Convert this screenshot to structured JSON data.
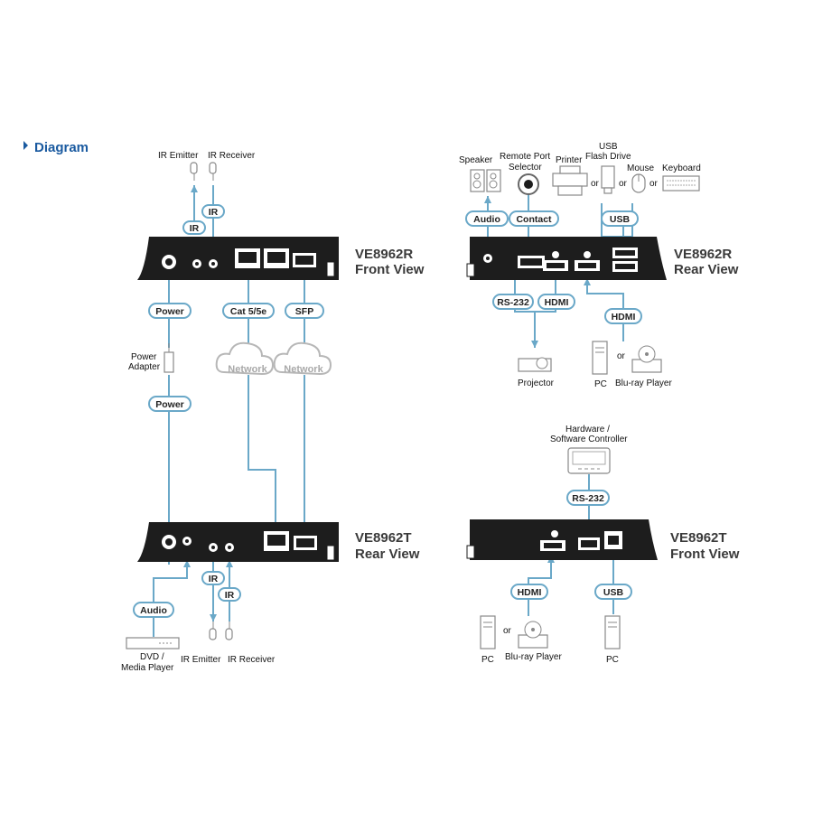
{
  "heading": "Diagram",
  "devices": {
    "r_front": {
      "model": "VE8962R",
      "view": "Front View"
    },
    "r_rear": {
      "model": "VE8962R",
      "view": "Rear View"
    },
    "t_rear": {
      "model": "VE8962T",
      "view": "Rear View"
    },
    "t_front": {
      "model": "VE8962T",
      "view": "Front View"
    }
  },
  "pills": {
    "ir": "IR",
    "power": "Power",
    "cat": "Cat 5/5e",
    "sfp": "SFP",
    "audio": "Audio",
    "contact": "Contact",
    "usb": "USB",
    "rs232": "RS-232",
    "hdmi": "HDMI"
  },
  "labels": {
    "ir_emitter": "IR Emitter",
    "ir_receiver": "IR Receiver",
    "power_adapter_1": "Power",
    "power_adapter_2": "Adapter",
    "network": "Network",
    "speaker": "Speaker",
    "remote_1": "Remote Port",
    "remote_2": "Selector",
    "printer": "Printer",
    "usb_flash_1": "USB",
    "usb_flash_2": "Flash Drive",
    "or": "or",
    "mouse": "Mouse",
    "keyboard": "Keyboard",
    "projector": "Projector",
    "pc": "PC",
    "bluray": "Blu-ray Player",
    "dvd_1": "DVD /",
    "dvd_2": "Media Player",
    "hw_1": "Hardware /",
    "hw_2": "Software Controller"
  },
  "colors": {
    "accent": "#6aa8c8",
    "title": "#1a5aa0",
    "device": "#1d1d1d"
  }
}
